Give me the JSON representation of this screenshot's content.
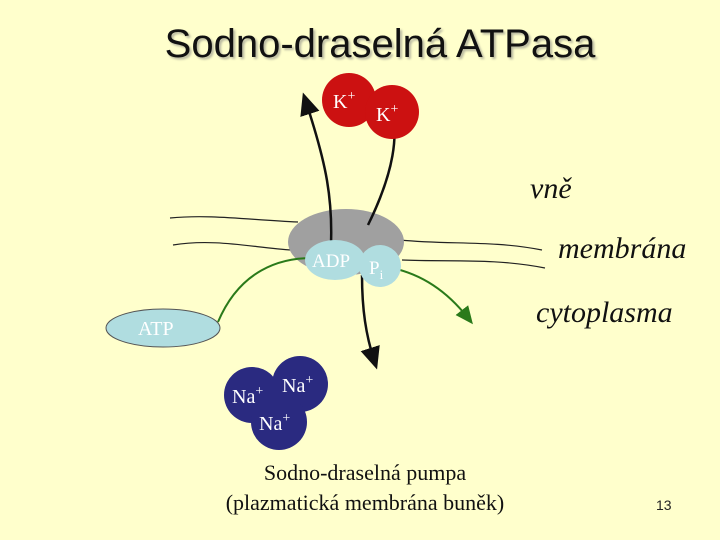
{
  "title": "Sodno-draselná ATPasa",
  "labels": {
    "k_ion_1": "K+",
    "k_ion_2": "K+",
    "outside": "vně",
    "membrane": "membrána",
    "cytoplasm": "cytoplasma",
    "atp": "ATP",
    "adp": "ADP",
    "phosphate": "Pi",
    "na_ion_1": "Na+",
    "na_ion_2": "Na+",
    "na_ion_3": "Na+"
  },
  "caption": {
    "line1": "Sodno-draselná pumpa",
    "line2": "(plazmatická membrána buněk)"
  },
  "page_number": "13",
  "colors": {
    "background": "#ffffcc",
    "k_ion": "#cc1111",
    "na_ion": "#2a2a80",
    "atp": "#b0dde0",
    "protein": "#a0a0a0",
    "arrow_green": "#2a7a1a"
  }
}
